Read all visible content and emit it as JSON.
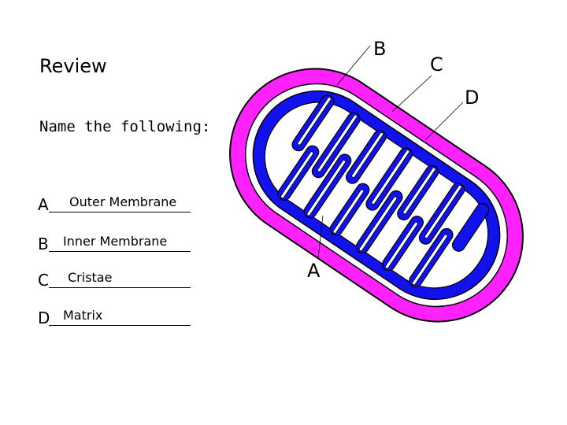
{
  "slide": {
    "title": "Review",
    "prompt": "Name the following:"
  },
  "answers": [
    {
      "letter": "A",
      "answer": "Outer Membrane"
    },
    {
      "letter": "B",
      "answer": "Inner Membrane"
    },
    {
      "letter": "C",
      "answer": "Cristae"
    },
    {
      "letter": "D",
      "answer": "Matrix"
    }
  ],
  "diagram": {
    "labels": {
      "a": "A",
      "b": "B",
      "c": "C",
      "d": "D"
    },
    "colors": {
      "outer_membrane": "#ff22ff",
      "inner_membrane": "#1212ee",
      "matrix": "#ffffff",
      "outline": "#000000"
    }
  }
}
